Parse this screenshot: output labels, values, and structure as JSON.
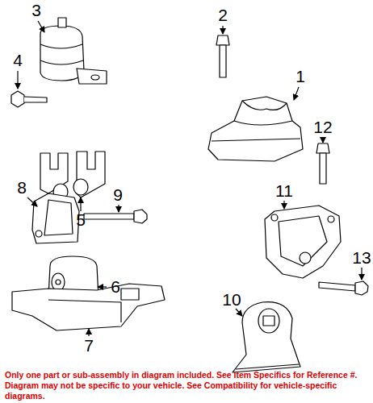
{
  "diagram": {
    "labels": [
      "3",
      "2",
      "1",
      "4",
      "12",
      "5",
      "8",
      "9",
      "11",
      "13",
      "6",
      "10",
      "7",
      "Only one part or sub-assembly in diagram included. See Item Specifics for Reference #. Diagram may not be specific to your vehicle. See Compatibility for vehicle-specific diagrams."
    ]
  }
}
